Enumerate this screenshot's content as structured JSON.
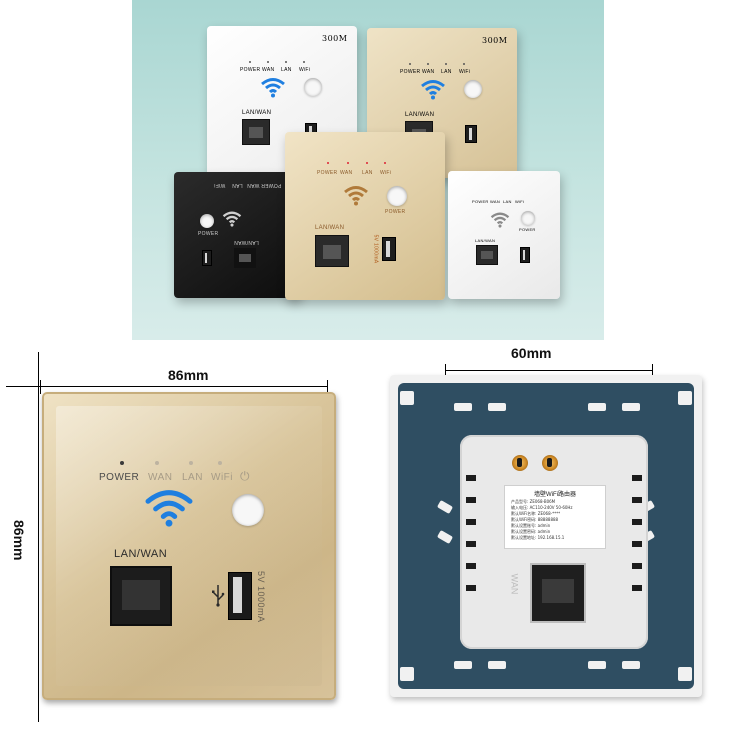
{
  "top_photo": {
    "panels": [
      {
        "name": "white-large",
        "title": "300M",
        "leds": [
          "POWER",
          "WAN",
          "LAN",
          "WiFi"
        ],
        "port_label": "LAN/WAN"
      },
      {
        "name": "gold-large",
        "title": "300M",
        "leds": [
          "POWER",
          "WAN",
          "LAN",
          "WiFi"
        ],
        "port_label": "LAN/WAN"
      },
      {
        "name": "black-small",
        "leds": [
          "WiFi",
          "LAN",
          "WAN",
          "POWER"
        ],
        "button_label": "POWER",
        "port_label": "LAN/WAN"
      },
      {
        "name": "gold-front",
        "leds": [
          "POWER",
          "WAN",
          "LAN",
          "WiFi"
        ],
        "button_label": "POWER",
        "port_label": "LAN/WAN",
        "usb_label": "5V 1000mA"
      },
      {
        "name": "white-small",
        "leds": [
          "POWER",
          "WAN",
          "LAN",
          "WiFi"
        ],
        "button_label": "POWER",
        "port_label": "LAN/WAN"
      }
    ]
  },
  "front_view": {
    "width_label": "86mm",
    "height_label": "86mm",
    "leds": [
      "POWER",
      "WAN",
      "LAN",
      "WiFi"
    ],
    "port_label": "LAN/WAN",
    "usb_label": "5V 1000mA",
    "power_symbol": "⏻"
  },
  "back_view": {
    "width_label": "60mm",
    "port_label": "WAN",
    "sticker": {
      "title": "墙壁WiFi路由器",
      "lines": [
        "产品型号: ZE068-B06M",
        "输入电压: AC110-240V 50-60Hz",
        "默认WiFi名称: ZE068-****",
        "默认WiFi密码: 88888888",
        "默认设置账号: admin",
        "默认设置密码: admin",
        "默认设置地址: 192.168.15.1"
      ]
    }
  },
  "colors": {
    "gold": "#d9c59b",
    "wifi_blue": "#1f7fe0",
    "back_blue": "#2f4e62",
    "photo_bg": "#b9ddd9"
  }
}
